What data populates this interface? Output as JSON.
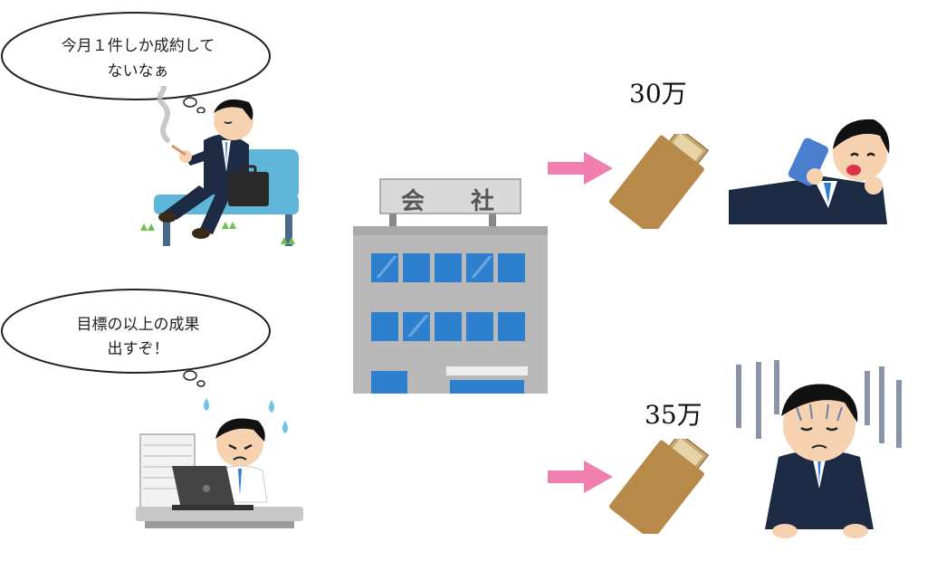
{
  "scene": {
    "bubble_top": {
      "line1": "今月１件しか成約して",
      "line2": "ないなぁ"
    },
    "bubble_bottom": {
      "line1": "目標の以上の成果",
      "line2": "出すぞ！"
    },
    "company_sign": [
      "会",
      "社"
    ],
    "amount_top": "30万",
    "amount_bottom": "35万"
  },
  "colors": {
    "arrow": "#f07fb0",
    "envelope": "#b88a4a",
    "building_wall": "#b9b9b9",
    "window": "#2f7fcf",
    "suit": "#1d2a44",
    "bench": "#5fb6d8"
  }
}
